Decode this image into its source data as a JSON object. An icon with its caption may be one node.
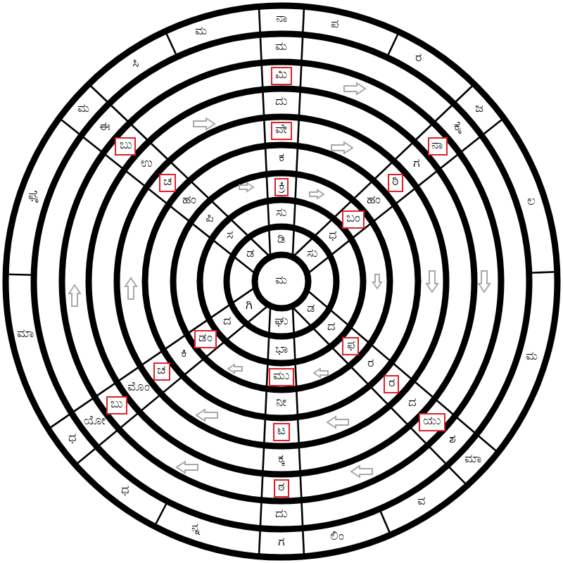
{
  "diagram": {
    "nodes": [
      {
        "text": [
          "ಮಿ"
        ]
      },
      {
        "text": [
          "ವೇ"
        ]
      },
      {
        "text": [
          "ಕ್ರಿ"
        ]
      },
      {
        "text": [
          "ಮು"
        ]
      },
      {
        "text": [
          "ಟ"
        ]
      },
      {
        "text": [
          "ಠ"
        ]
      },
      {
        "text": [
          "ಬಂ"
        ]
      },
      {
        "text": [
          "ಠಿ"
        ]
      },
      {
        "text": [
          "ನಾ"
        ]
      },
      {
        "text": [
          "ಫ"
        ]
      },
      {
        "text": [
          "ರ"
        ]
      },
      {
        "text": [
          "ಯು"
        ]
      },
      {
        "text": [
          "ಡಂ"
        ]
      },
      {
        "text": [
          "ಚ"
        ]
      },
      {
        "text": [
          "ಬು"
        ]
      },
      {
        "text": [
          "ಚ"
        ]
      },
      {
        "text": [
          "ಬು"
        ]
      }
    ],
    "labels": [
      "ನಾ",
      "ಮ",
      "ದು",
      "ಕ",
      "ಸು",
      "ಡಿ",
      "ಮ",
      "ಘು",
      "ಭಾ",
      "ನೀ",
      "ಕ್ಕ",
      "ದು",
      "ಗ",
      "ಸು",
      "ಧ",
      "ಹಂ",
      "ಗ",
      "ಕೈ",
      "ಜ",
      "ಡ",
      "ದ",
      "ರ",
      "ದ",
      "ಶ",
      "ಮಾ",
      "ಗಿ",
      "ದ",
      "ಕಿ",
      "ಮೊಂ",
      "ಯೋ",
      "ಧ",
      "ಡ",
      "ಸ",
      "ಪಿ",
      "ಹಂ",
      "ಉ",
      "ಈ",
      "ಮ",
      "ಪ",
      "ರ",
      "ಲ",
      "ಮ",
      "ವ",
      "ಲಿಂ",
      "ನ್ನ",
      "ಧ",
      "ಮಾ",
      "ಫೈ",
      "ಸಿ",
      "ಮ"
    ]
  }
}
